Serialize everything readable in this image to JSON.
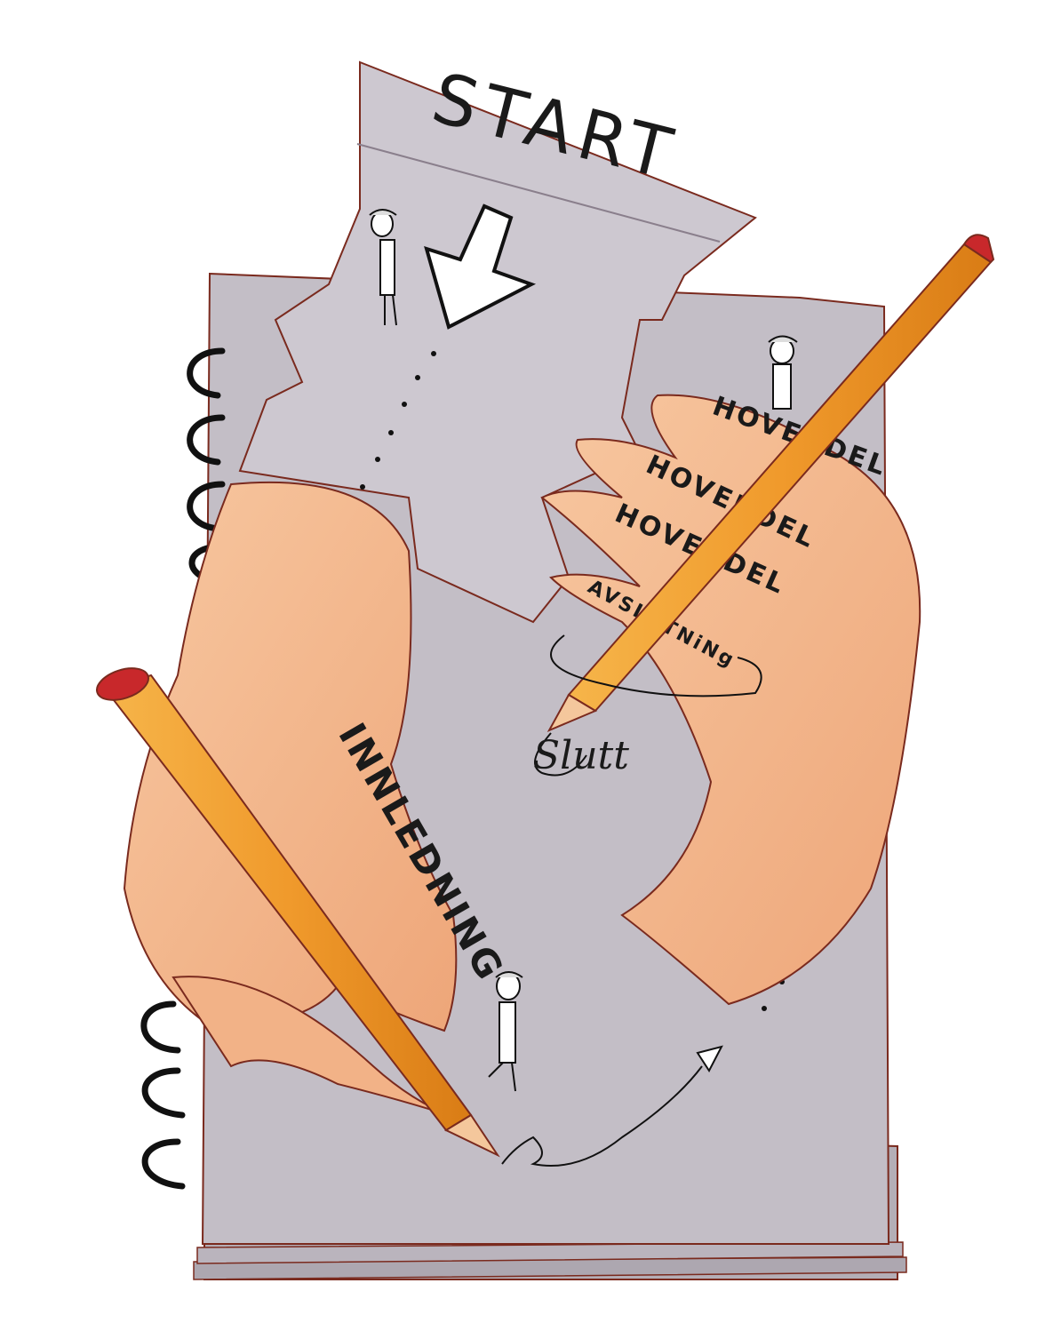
{
  "illustration": {
    "start_label": "START",
    "innledning_label": "INNLEDNING",
    "hoveddel_labels": [
      "HOVEDDEL",
      "HOVEDDEL",
      "HOVEDDEL"
    ],
    "avslutning_label": "AVSLUTNiNg",
    "slutt_label": "Slutt",
    "colors": {
      "paper": "#c3bec6",
      "paper_light": "#cfcad2",
      "skin": "#f4b98e",
      "skin_shadow": "#e89a6c",
      "pencil": "#f2a43a",
      "pencil_eraser": "#c8282b",
      "ink": "#1a1a1a",
      "outline": "#7a2a1e"
    }
  }
}
